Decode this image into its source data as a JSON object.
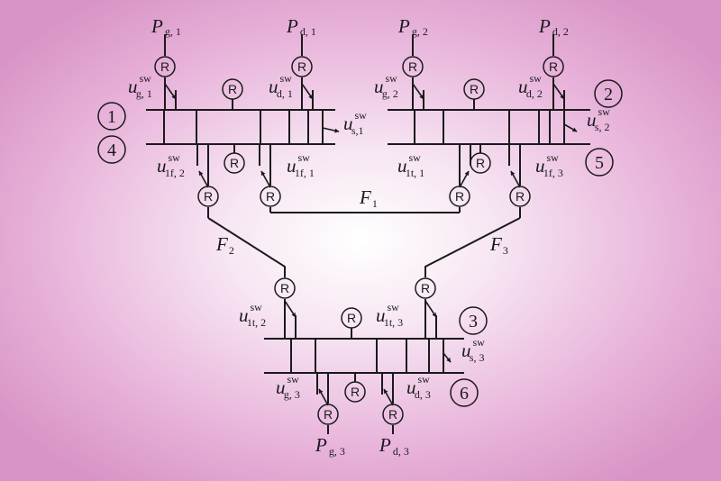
{
  "relay_symbol": "R",
  "areas": [
    {
      "id": "area-1",
      "label": "1"
    },
    {
      "id": "area-2",
      "label": "2"
    },
    {
      "id": "area-3",
      "label": "3"
    },
    {
      "id": "area-4",
      "label": "4"
    },
    {
      "id": "area-5",
      "label": "5"
    },
    {
      "id": "area-6",
      "label": "6"
    }
  ],
  "powers": [
    {
      "id": "pg1",
      "main": "P",
      "sub": "g, 1"
    },
    {
      "id": "pd1",
      "main": "P",
      "sub": "d, 1"
    },
    {
      "id": "pg2",
      "main": "P",
      "sub": "g, 2"
    },
    {
      "id": "pd2",
      "main": "P",
      "sub": "d, 2"
    },
    {
      "id": "pg3",
      "main": "P",
      "sub": "g, 3"
    },
    {
      "id": "pd3",
      "main": "P",
      "sub": "d, 3"
    }
  ],
  "switches": [
    {
      "id": "ug1",
      "main": "u",
      "sup": "sw",
      "sub": "g, 1"
    },
    {
      "id": "ud1",
      "main": "u",
      "sup": "sw",
      "sub": "d, 1"
    },
    {
      "id": "us1",
      "main": "u",
      "sup": "sw",
      "sub": "s,1"
    },
    {
      "id": "u1f2",
      "main": "u",
      "sup": "sw",
      "sub": "1f, 2"
    },
    {
      "id": "u1f1",
      "main": "u",
      "sup": "sw",
      "sub": "1f, 1"
    },
    {
      "id": "ug2",
      "main": "u",
      "sup": "sw",
      "sub": "g, 2"
    },
    {
      "id": "ud2",
      "main": "u",
      "sup": "sw",
      "sub": "d, 2"
    },
    {
      "id": "us2",
      "main": "u",
      "sup": "sw",
      "sub": "s, 2"
    },
    {
      "id": "u1t1",
      "main": "u",
      "sup": "sw",
      "sub": "1t, 1"
    },
    {
      "id": "u1f3",
      "main": "u",
      "sup": "sw",
      "sub": "1f, 3"
    },
    {
      "id": "u1t2",
      "main": "u",
      "sup": "sw",
      "sub": "1t, 2"
    },
    {
      "id": "u1t3",
      "main": "u",
      "sup": "sw",
      "sub": "1t, 3"
    },
    {
      "id": "us3",
      "main": "u",
      "sup": "sw",
      "sub": "s, 3"
    },
    {
      "id": "ug3",
      "main": "u",
      "sup": "sw",
      "sub": "g, 3"
    },
    {
      "id": "ud3",
      "main": "u",
      "sup": "sw",
      "sub": "d, 3"
    }
  ],
  "lines": [
    {
      "id": "f1",
      "main": "F",
      "sub": "1"
    },
    {
      "id": "f2",
      "main": "F",
      "sub": "2"
    },
    {
      "id": "f3",
      "main": "F",
      "sub": "3"
    }
  ]
}
